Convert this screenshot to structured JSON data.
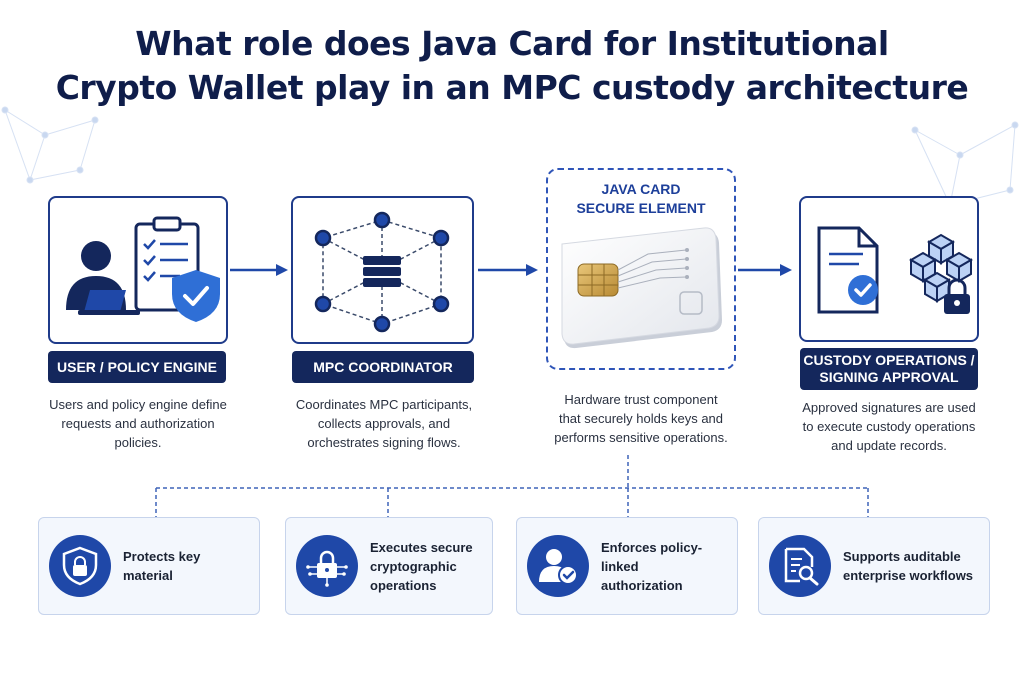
{
  "title": {
    "line1": "What role does Java Card for Institutional",
    "line2": "Crypto Wallet play in an MPC custody architecture"
  },
  "stages": [
    {
      "label": "USER / POLICY ENGINE",
      "description": [
        "Users and policy engine define",
        "requests and authorization",
        "policies."
      ]
    },
    {
      "label": "MPC COORDINATOR",
      "description": [
        "Coordinates MPC participants,",
        "collects approvals, and",
        "orchestrates signing flows."
      ]
    },
    {
      "label_lines": [
        "JAVA CARD",
        "SECURE ELEMENT"
      ],
      "description": [
        "Hardware trust component",
        "that securely holds keys and",
        "performs sensitive operations."
      ]
    },
    {
      "label_lines": [
        "CUSTODY OPERATIONS /",
        "SIGNING APPROVAL"
      ],
      "description": [
        "Approved signatures are used",
        "to execute custody operations",
        "and update records."
      ]
    }
  ],
  "features": [
    {
      "icon": "shield-lock-icon",
      "lines": [
        "Protects key material"
      ]
    },
    {
      "icon": "lock-circuit-icon",
      "lines": [
        "Executes secure",
        "cryptographic",
        "operations"
      ]
    },
    {
      "icon": "user-check-icon",
      "lines": [
        "Enforces policy-linked",
        "authorization"
      ]
    },
    {
      "icon": "document-search-icon",
      "lines": [
        "Supports auditable",
        "enterprise workflows"
      ]
    }
  ],
  "colors": {
    "navy": "#14275c",
    "accent_blue": "#1f48a8",
    "title": "#0f1d4a",
    "feature_bg": "#f3f7fd"
  }
}
